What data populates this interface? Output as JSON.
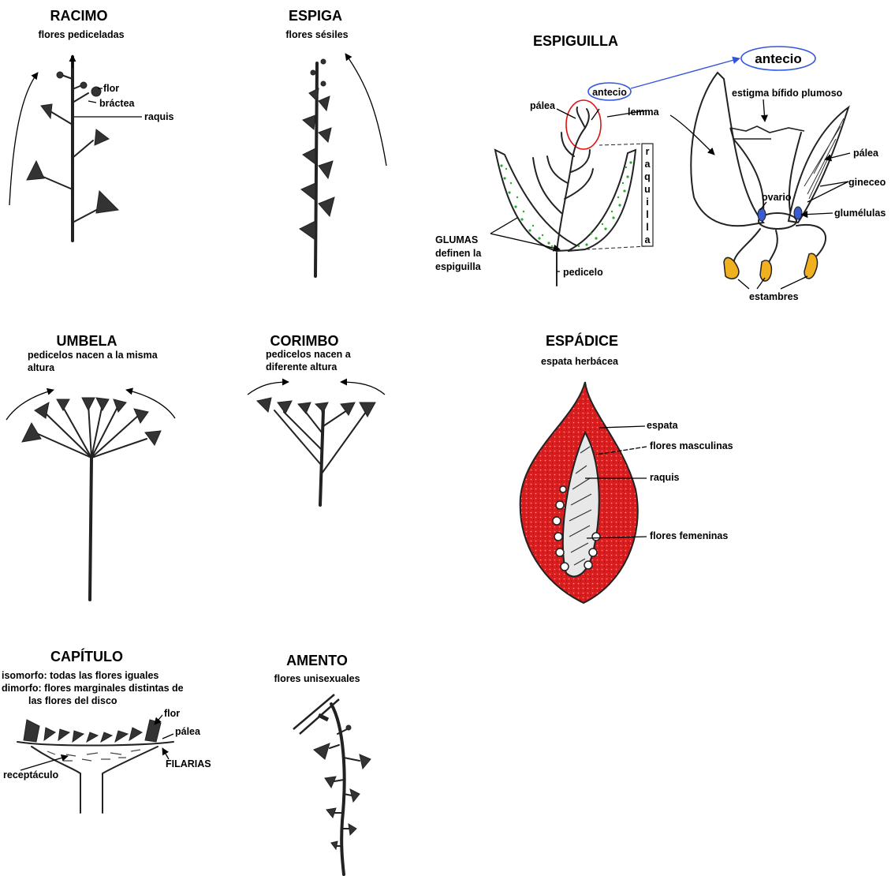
{
  "colors": {
    "ink": "#222222",
    "espata_red": "#d81e1e",
    "glume_dots": "#2ea82e",
    "callout_blue": "#3355dd",
    "callout_red": "#e01010",
    "lodicule_blue": "#3a5ad0",
    "anther_yellow": "#f0b020"
  },
  "racimo": {
    "title": "RACIMO",
    "subtitle": "flores pediceladas",
    "flor": "flor",
    "bractea": "bráctea",
    "raquis": "raquis"
  },
  "espiga": {
    "title": "ESPIGA",
    "subtitle": "flores sésiles"
  },
  "espiguilla": {
    "title": "ESPIGUILLA",
    "antecio": "antecio",
    "antecio_big": "antecio",
    "palea": "pálea",
    "lemma": "lemma",
    "raquilla_letters": [
      "r",
      "a",
      "q",
      "u",
      "i",
      "l",
      "l",
      "a"
    ],
    "glumas_line1": "GLUMAS",
    "glumas_line2": "definen la",
    "glumas_line3": "espiguilla",
    "pedicelo": "pedicelo",
    "estigma": "estigma bífido plumoso",
    "palea_right": "pálea",
    "gineceo": "gineceo",
    "ovario": "ovario",
    "glumelulas": "glumélulas",
    "estambres": "estambres"
  },
  "umbela": {
    "title": "UMBELA",
    "sub1": "pedicelos nacen a la misma",
    "sub2": "altura"
  },
  "corimbo": {
    "title": "CORIMBO",
    "sub1": "pedicelos nacen a",
    "sub2": "diferente altura"
  },
  "espadice": {
    "title": "ESPÁDICE",
    "subtitle": "espata herbácea",
    "espata": "espata",
    "masculinas": "flores masculinas",
    "raquis": "raquis",
    "femeninas": "flores femeninas"
  },
  "capitulo": {
    "title": "CAPÍTULO",
    "sub1": "isomorfo: todas las flores iguales",
    "sub2": "dimorfo: flores marginales distintas de",
    "sub3": "las flores del disco",
    "flor": "flor",
    "palea": "pálea",
    "filarias": "FILARIAS",
    "receptaculo": "receptáculo"
  },
  "amento": {
    "title": "AMENTO",
    "subtitle": "flores unisexuales"
  }
}
